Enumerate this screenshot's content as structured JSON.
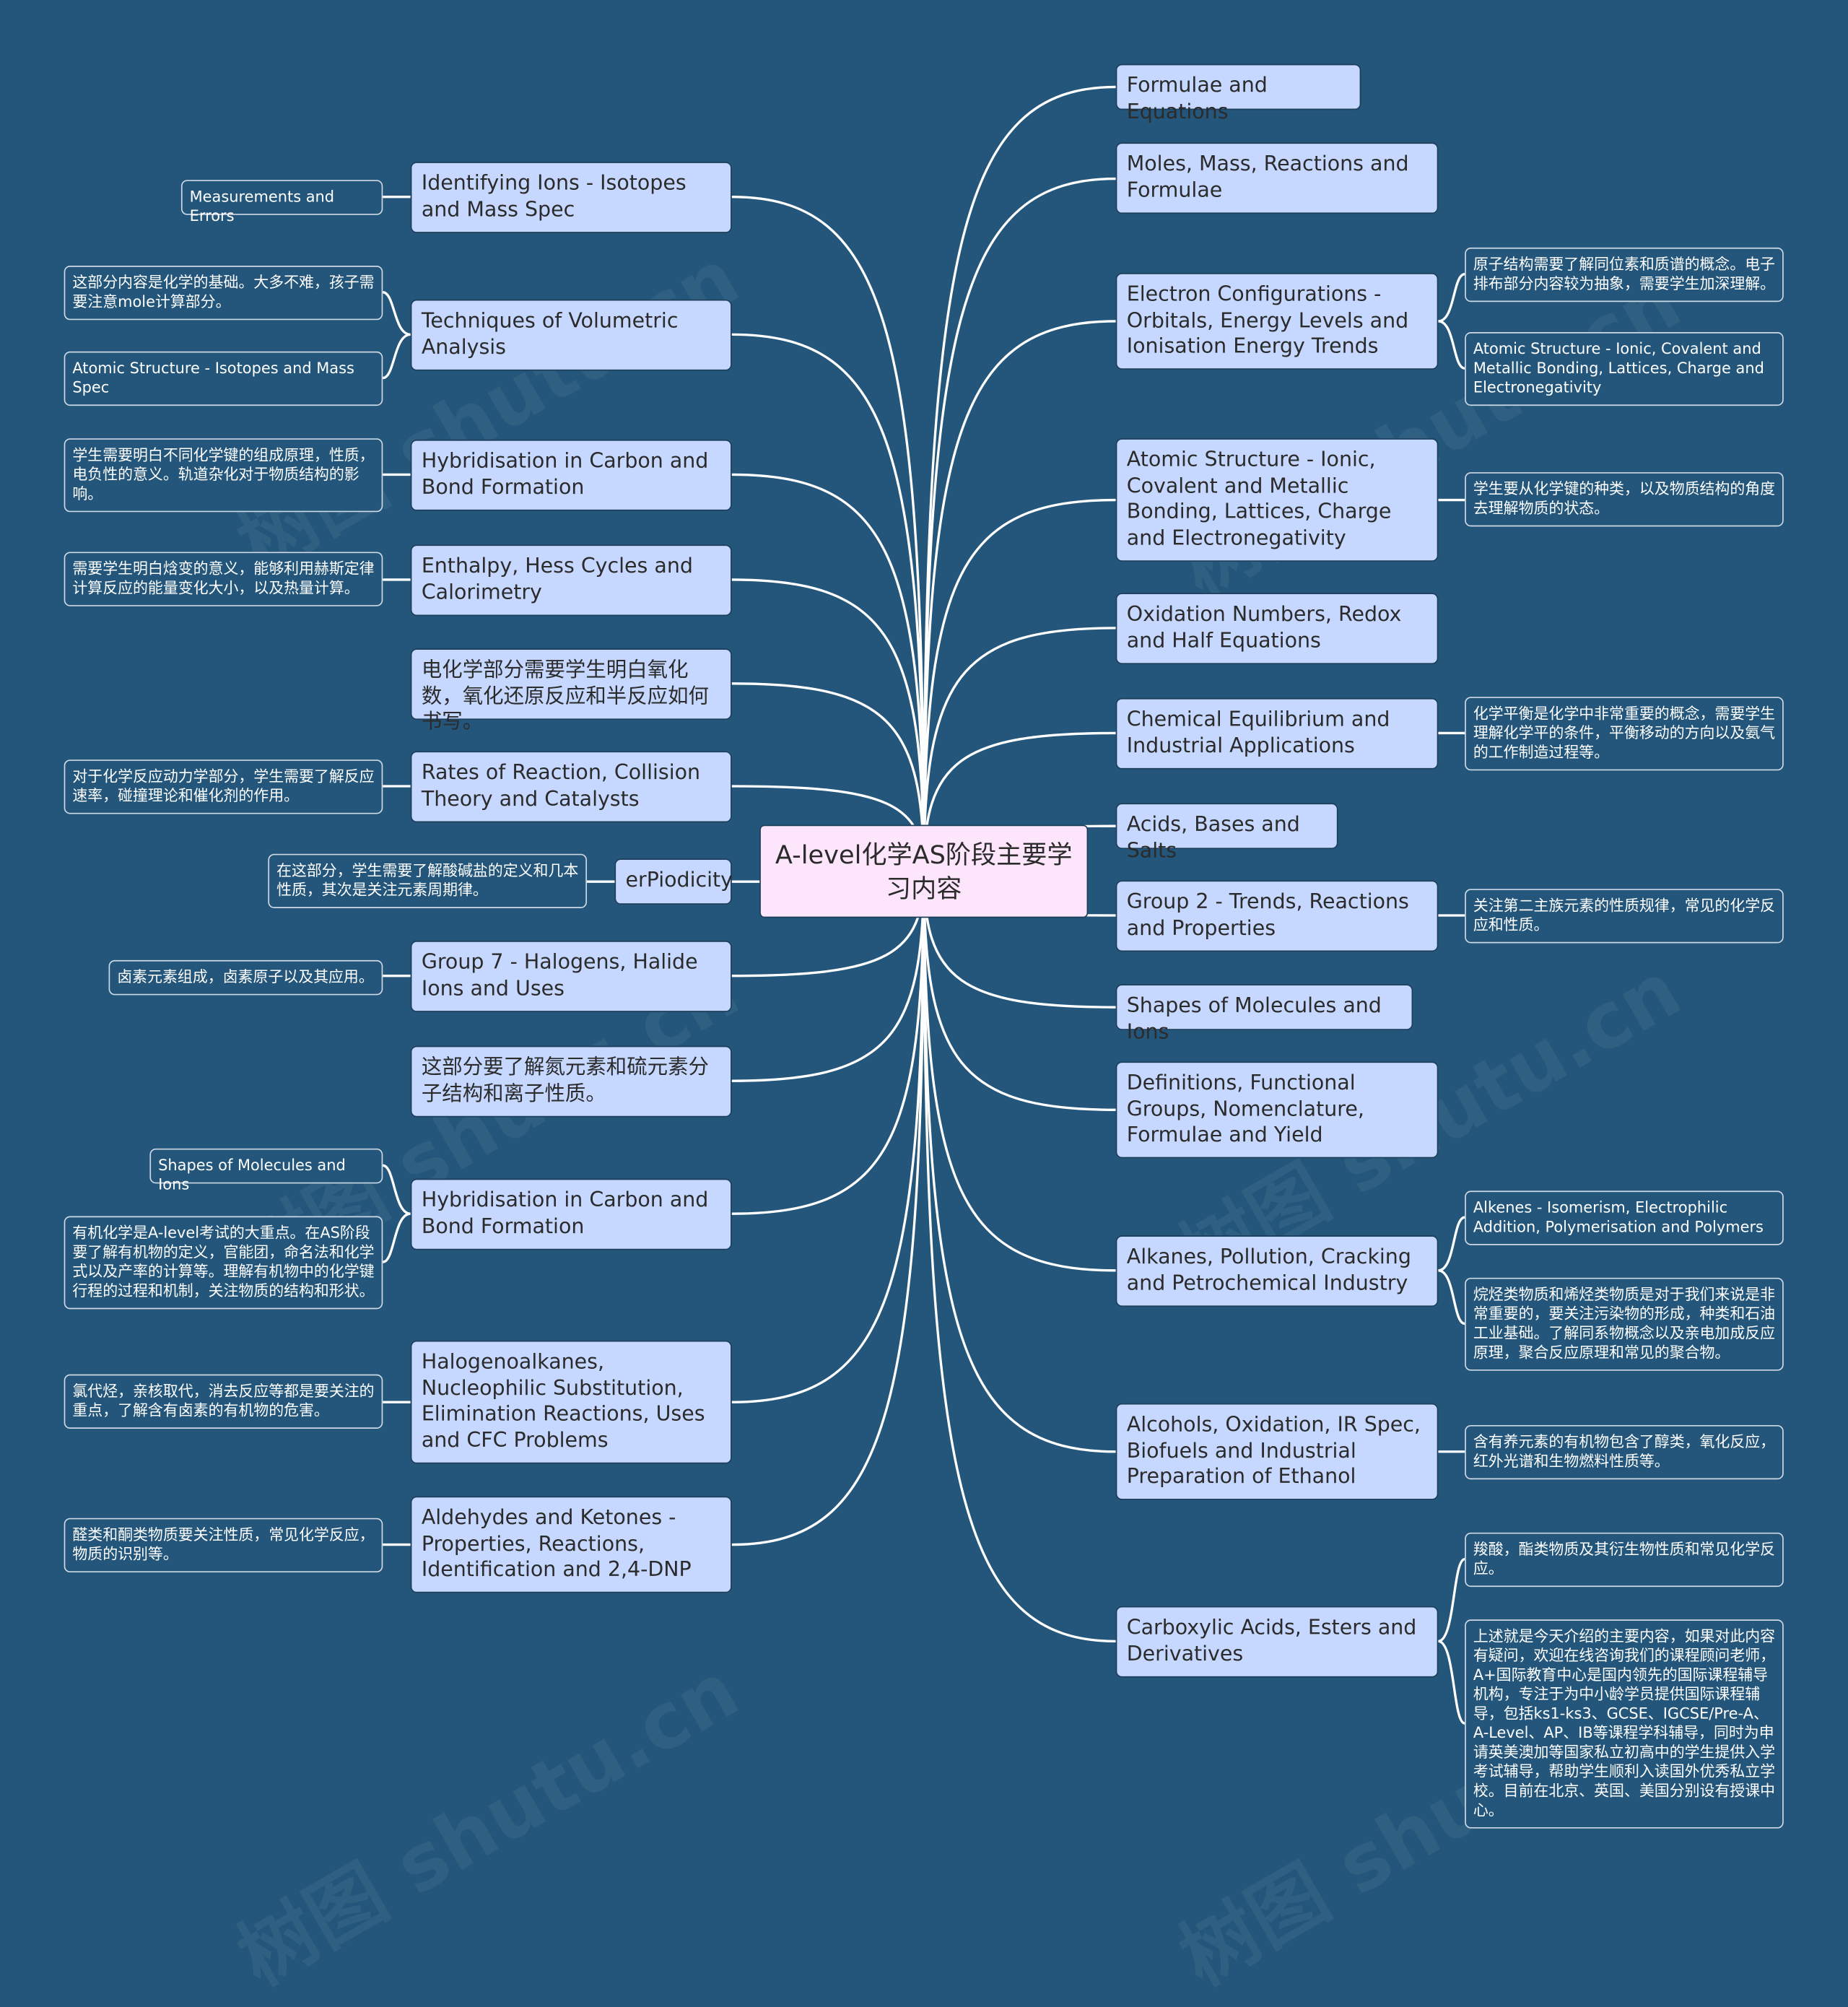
{
  "root": {
    "label": "A-level化学AS阶段主要学习内容"
  },
  "watermark": "树图 shutu.cn",
  "colors": {
    "background": "#23567a",
    "topic_fill": "#c6d8ff",
    "root_fill": "#fde6fb",
    "line": "#ffffff"
  },
  "left_topics": [
    {
      "label": "Identifying Ions - Isotopes and Mass Spec",
      "notes": [
        "Measurements and Errors"
      ]
    },
    {
      "label": "Techniques of Volumetric Analysis",
      "notes": [
        "这部分内容是化学的基础。大多不难，孩子需要注意mole计算部分。",
        "Atomic Structure - Isotopes and Mass Spec"
      ]
    },
    {
      "label": "Hybridisation in Carbon and Bond Formation",
      "notes": [
        "学生需要明白不同化学键的组成原理，性质，电负性的意义。轨道杂化对于物质结构的影响。"
      ]
    },
    {
      "label": "Enthalpy, Hess Cycles and Calorimetry",
      "notes": [
        "需要学生明白焓变的意义，能够利用赫斯定律计算反应的能量变化大小，以及热量计算。"
      ]
    },
    {
      "label": "电化学部分需要学生明白氧化数，氧化还原反应和半反应如何书写。",
      "notes": []
    },
    {
      "label": "Rates of Reaction, Collision Theory and Catalysts",
      "notes": [
        "对于化学反应动力学部分，学生需要了解反应速率，碰撞理论和催化剂的作用。"
      ]
    },
    {
      "label": "erPiodicity",
      "notes": [
        "在这部分，学生需要了解酸碱盐的定义和几本性质，其次是关注元素周期律。"
      ]
    },
    {
      "label": "Group 7 - Halogens, Halide Ions and Uses",
      "notes": [
        "卤素元素组成，卤素原子以及其应用。"
      ]
    },
    {
      "label": "这部分要了解氮元素和硫元素分子结构和离子性质。",
      "notes": []
    },
    {
      "label": "Hybridisation in Carbon and Bond Formation",
      "notes": [
        "Shapes of Molecules and Ions",
        "有机化学是A-level考试的大重点。在AS阶段要了解有机物的定义，官能团，命名法和化学式以及产率的计算等。理解有机物中的化学键行程的过程和机制，关注物质的结构和形状。"
      ]
    },
    {
      "label": "Halogenoalkanes, Nucleophilic Substitution, Elimination Reactions, Uses and CFC Problems",
      "notes": [
        "氯代烃，亲核取代，消去反应等都是要关注的重点，了解含有卤素的有机物的危害。"
      ]
    },
    {
      "label": "Aldehydes and Ketones - Properties, Reactions, Identification and 2,4-DNP",
      "notes": [
        "醛类和酮类物质要关注性质，常见化学反应，物质的识别等。"
      ]
    }
  ],
  "right_topics": [
    {
      "label": "Formulae and Equations",
      "notes": []
    },
    {
      "label": "Moles, Mass, Reactions and Formulae",
      "notes": []
    },
    {
      "label": "Electron Configurations - Orbitals, Energy Levels and Ionisation Energy Trends",
      "notes": [
        "原子结构需要了解同位素和质谱的概念。电子排布部分内容较为抽象，需要学生加深理解。",
        "Atomic Structure - Ionic, Covalent and Metallic Bonding, Lattices, Charge and Electronegativity"
      ]
    },
    {
      "label": "Atomic Structure - Ionic, Covalent and Metallic Bonding, Lattices, Charge and Electronegativity",
      "notes": [
        "学生要从化学键的种类，以及物质结构的角度去理解物质的状态。"
      ]
    },
    {
      "label": "Oxidation Numbers, Redox and Half Equations",
      "notes": []
    },
    {
      "label": "Chemical Equilibrium and Industrial Applications",
      "notes": [
        "化学平衡是化学中非常重要的概念，需要学生理解化学平的条件，平衡移动的方向以及氨气的工作制造过程等。"
      ]
    },
    {
      "label": "Acids, Bases and Salts",
      "notes": []
    },
    {
      "label": "Group 2 - Trends, Reactions and Properties",
      "notes": [
        "关注第二主族元素的性质规律，常见的化学反应和性质。"
      ]
    },
    {
      "label": "Shapes of Molecules and Ions",
      "notes": []
    },
    {
      "label": "Definitions, Functional Groups, Nomenclature, Formulae and Yield",
      "notes": []
    },
    {
      "label": "Alkanes, Pollution, Cracking and Petrochemical Industry",
      "notes": [
        "Alkenes - Isomerism, Electrophilic Addition, Polymerisation and Polymers",
        "烷烃类物质和烯烃类物质是对于我们来说是非常重要的，要关注污染物的形成，种类和石油工业基础。了解同系物概念以及亲电加成反应原理，聚合反应原理和常见的聚合物。"
      ]
    },
    {
      "label": "Alcohols, Oxidation, IR Spec, Biofuels and Industrial Preparation of Ethanol",
      "notes": [
        "含有养元素的有机物包含了醇类，氧化反应，红外光谱和生物燃料性质等。"
      ]
    },
    {
      "label": "Carboxylic Acids, Esters and Derivatives",
      "notes": [
        "羧酸，酯类物质及其衍生物性质和常见化学反应。",
        "上述就是今天介绍的主要内容，如果对此内容有疑问，欢迎在线咨询我们的课程顾问老师，A+国际教育中心是国内领先的国际课程辅导机构，专注于为中小龄学员提供国际课程辅导，包括ks1-ks3、GCSE、IGCSE/Pre-A、A-Level、AP、IB等课程学科辅导，同时为申请英美澳加等国家私立初高中的学生提供入学考试辅导，帮助学生顺利入读国外优秀私立学校。目前在北京、英国、美国分别设有授课中心。"
      ]
    }
  ]
}
